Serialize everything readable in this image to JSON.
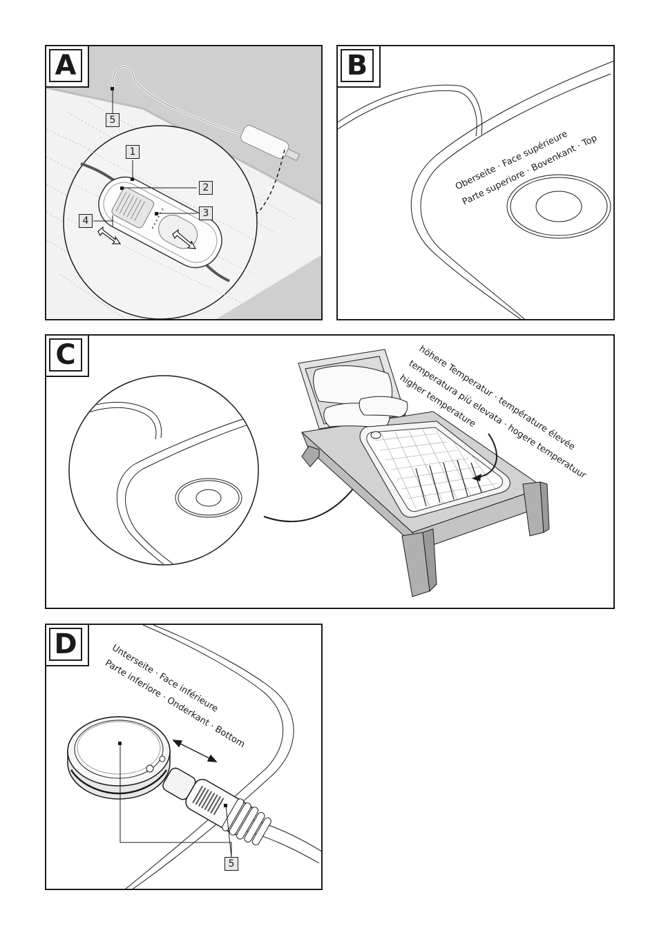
{
  "panels": {
    "a": {
      "letter": "A",
      "callouts": [
        "5",
        "1",
        "2",
        "3",
        "4"
      ]
    },
    "b": {
      "letter": "B",
      "caption_line1": "Oberseite · Face supérieure",
      "caption_line2": "Parte superiore · Bovenkant · Top"
    },
    "c": {
      "letter": "C",
      "caption_line1": "höhere Temperatur · température élevée",
      "caption_line2": "temperatura più elevata · hogere temperatuur",
      "caption_line3": "higher temperature"
    },
    "d": {
      "letter": "D",
      "caption_line1": "Unterseite · Face inférieure",
      "caption_line2": "Parte inferiore · Onderkant · Bottom",
      "callout": "5"
    }
  },
  "colors": {
    "line": "#1a1a1a",
    "fabric": "#d9d9d9",
    "pad": "#efefef",
    "panel_bg": "#ffffff"
  }
}
